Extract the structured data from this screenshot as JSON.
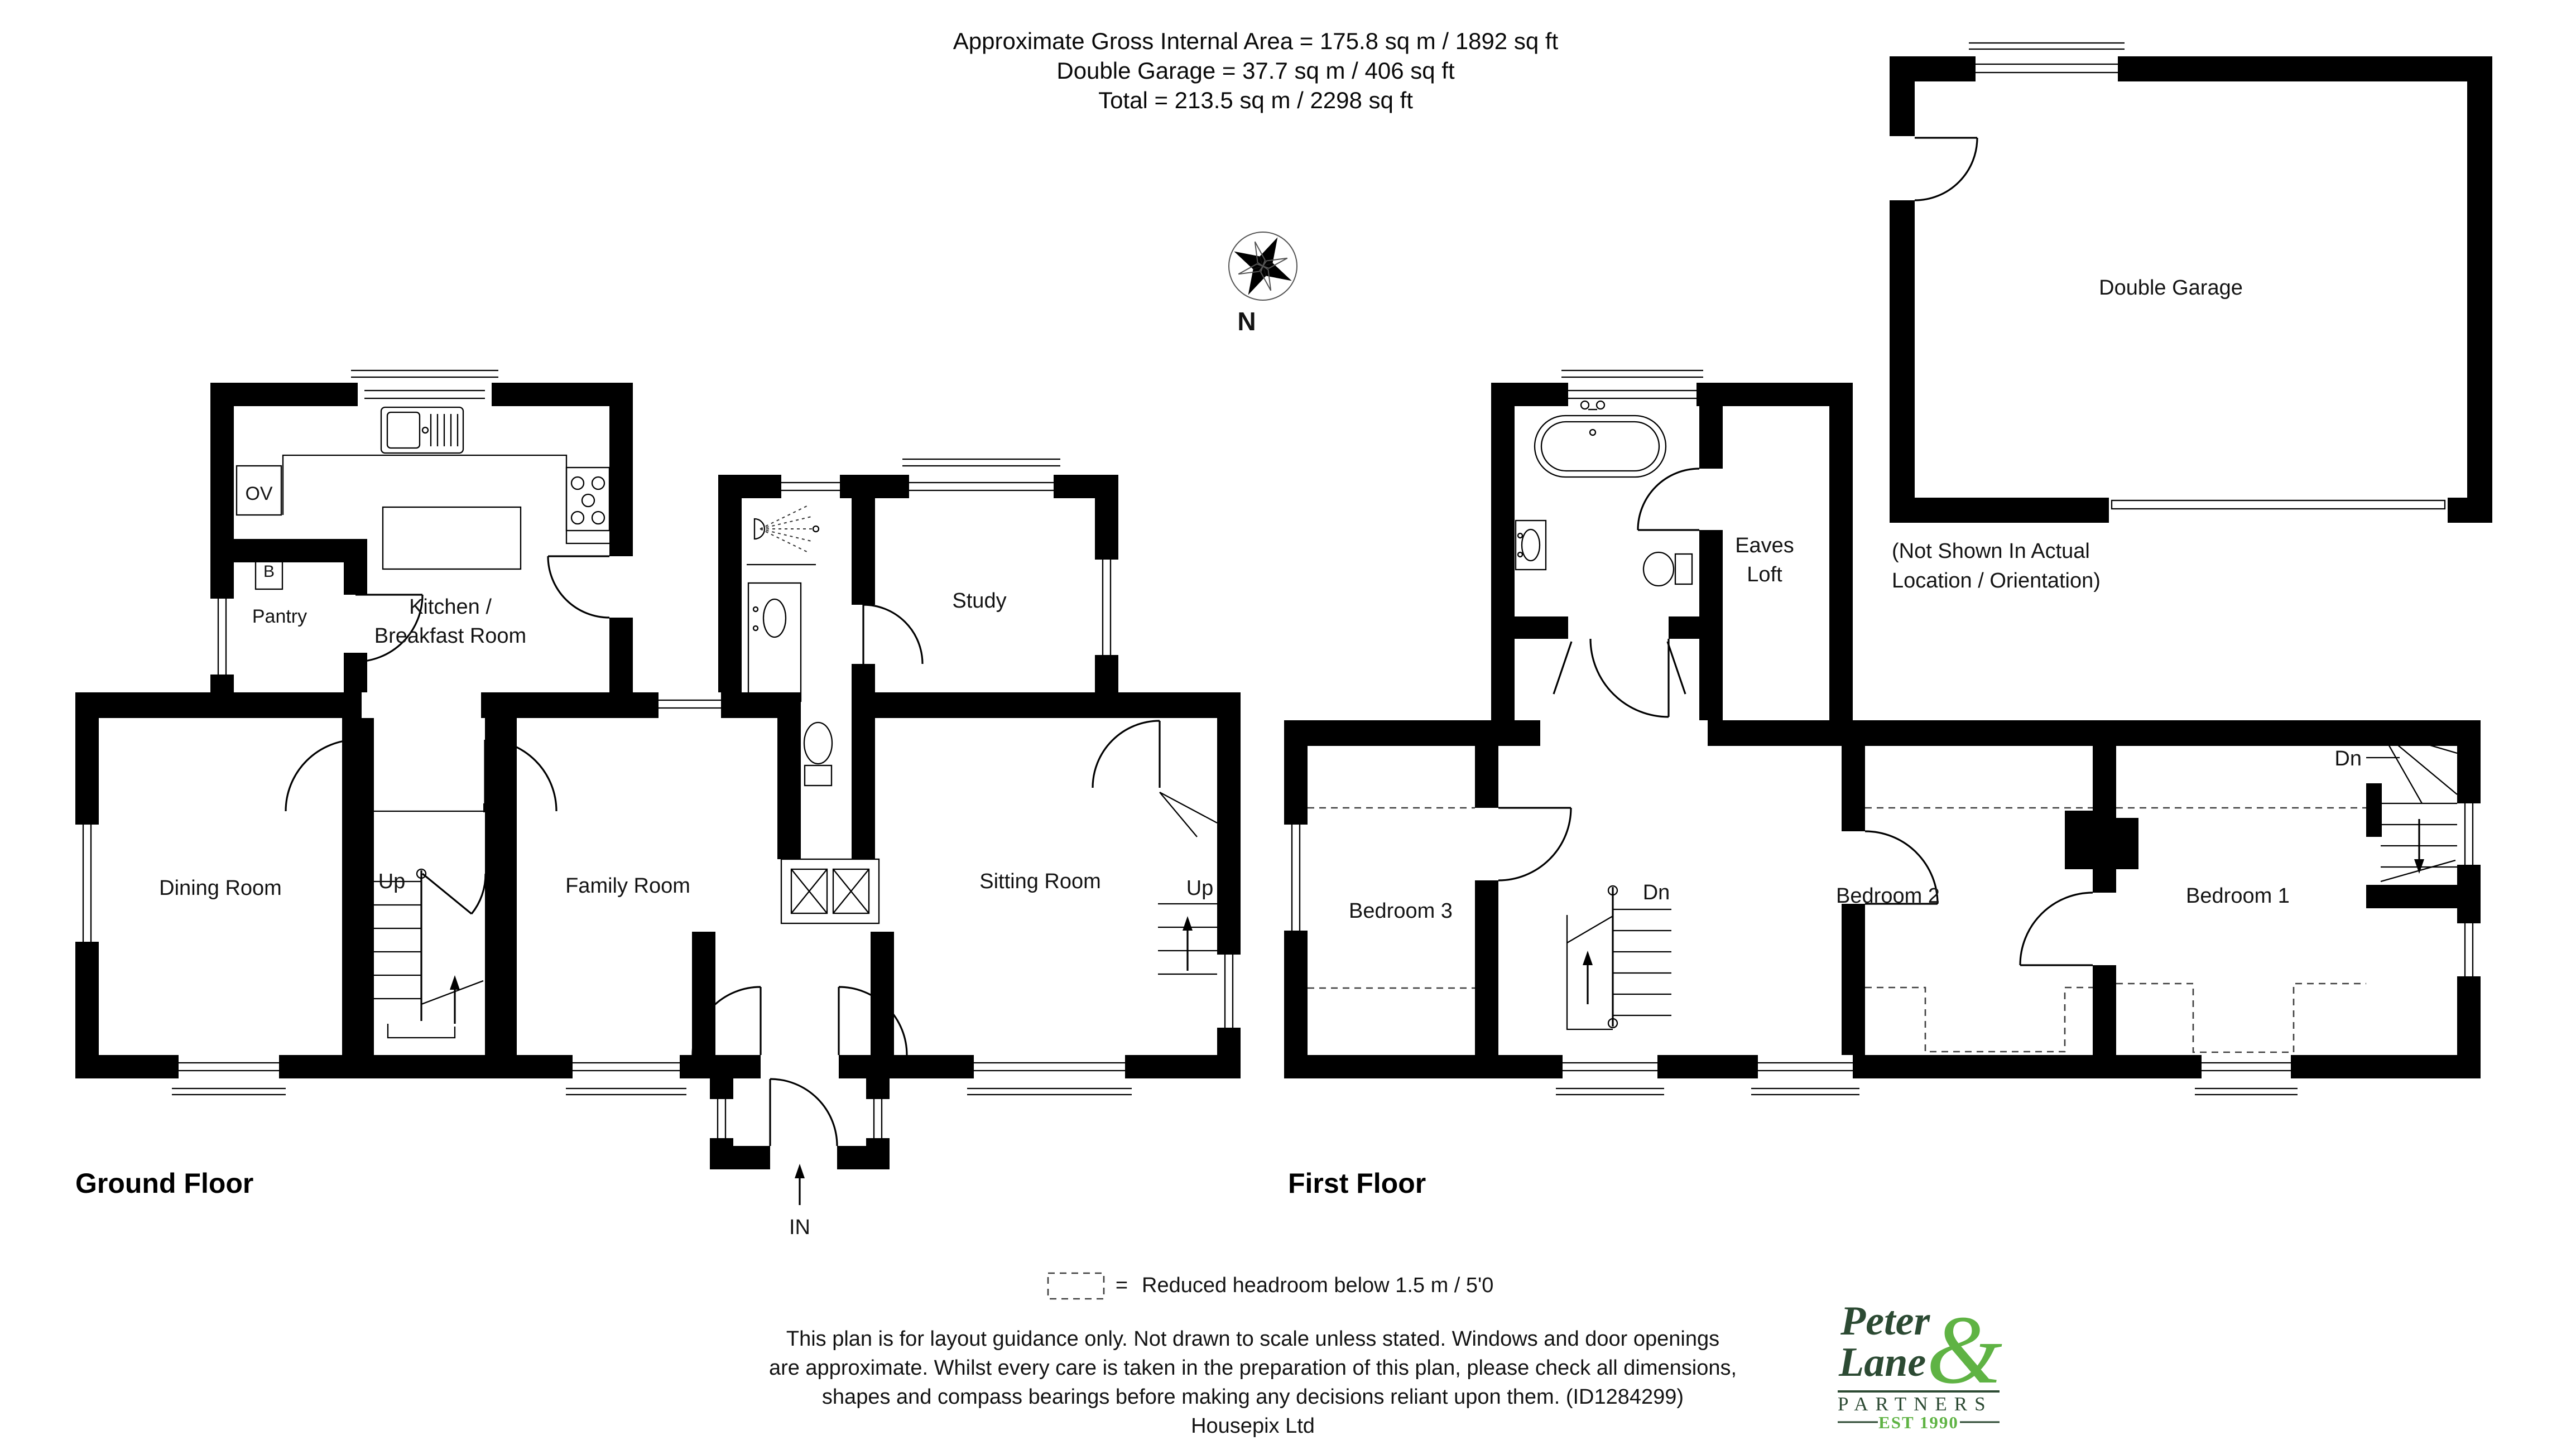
{
  "header": {
    "line1": "Approximate Gross Internal Area  = 175.8 sq m / 1892 sq ft",
    "line2": "Double Garage = 37.7 sq m / 406 sq ft",
    "line3": "Total = 213.5 sq m / 2298 sq ft"
  },
  "compass": {
    "label": "N"
  },
  "ground_floor": {
    "title": "Ground Floor",
    "labels": {
      "kitchen1": "Kitchen /",
      "kitchen2": "Breakfast Room",
      "pantry": "Pantry",
      "boiler": "B",
      "oven": "OV",
      "dining": "Dining Room",
      "family": "Family Room",
      "study": "Study",
      "sitting": "Sitting Room",
      "up_hall": "Up",
      "up_sitting": "Up",
      "entrance": "IN"
    }
  },
  "first_floor": {
    "title": "First Floor",
    "labels": {
      "eaves1": "Eaves",
      "eaves2": "Loft",
      "bedroom3": "Bedroom 3",
      "bedroom2": "Bedroom 2",
      "bedroom1": "Bedroom 1",
      "dn_hall": "Dn",
      "dn_bedroom1": "Dn"
    }
  },
  "garage": {
    "label": "Double Garage",
    "note1": "(Not Shown In Actual",
    "note2": "Location / Orientation)"
  },
  "legend": {
    "equals": "=",
    "text": "Reduced headroom below 1.5 m / 5'0"
  },
  "footer": {
    "line1": "This plan is for layout guidance only. Not drawn to scale unless stated. Windows and door openings",
    "line2": "are approximate. Whilst every care is taken in the preparation of this plan, please check all dimensions,",
    "line3": "shapes and compass bearings before making any decisions reliant upon them. (ID1284299)",
    "line4": "Housepix Ltd"
  },
  "logo": {
    "name_top": "Peter",
    "name_bottom": "Lane",
    "ampersand": "&",
    "partners": "PARTNERS",
    "est": "EST 1990",
    "dark_green": "#2c4a33",
    "light_green": "#5fb344"
  }
}
